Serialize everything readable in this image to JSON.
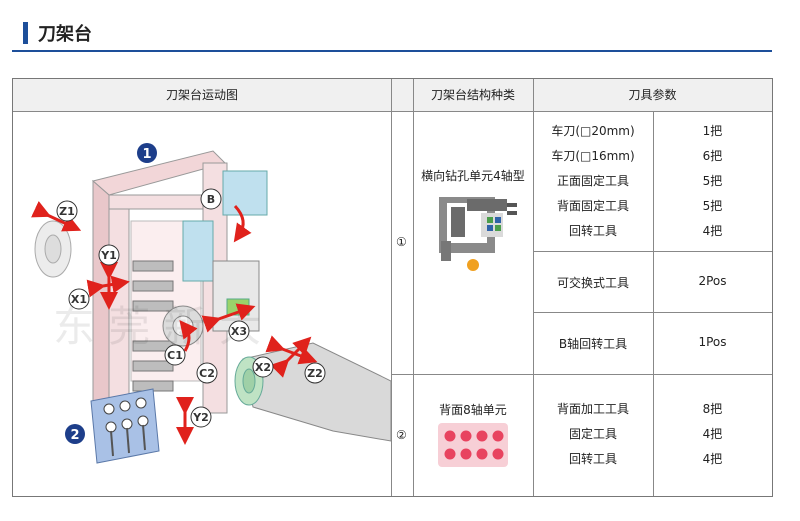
{
  "section_title": "刀架台",
  "headers": {
    "motion": "刀架台运动图",
    "structure": "刀架台结构种类",
    "tool_params": "刀具参数"
  },
  "diagram": {
    "badge1": "1",
    "badge2": "2",
    "axes": [
      "Z1",
      "Y1",
      "X1",
      "B",
      "C1",
      "C2",
      "X3",
      "X2",
      "Z2",
      "Y2"
    ],
    "watermark": "东 莞 新 大"
  },
  "rows": [
    {
      "number": "①",
      "structure": "横向钻孔单元4轴型",
      "groups": [
        {
          "tools": [
            "车刀(□20mm)",
            "车刀(□16mm)",
            "正面固定工具",
            "背面固定工具",
            "回转工具"
          ],
          "qty": [
            "1把",
            "6把",
            "5把",
            "5把",
            "4把"
          ]
        },
        {
          "tools": [
            "可交换式工具"
          ],
          "qty": [
            "2Pos"
          ]
        },
        {
          "tools": [
            "B轴回转工具"
          ],
          "qty": [
            "1Pos"
          ]
        }
      ]
    },
    {
      "number": "②",
      "structure": "背面8轴单元",
      "groups": [
        {
          "tools": [
            "背面加工工具",
            "固定工具",
            "回转工具"
          ],
          "qty": [
            "8把",
            "4把",
            "4把"
          ]
        }
      ]
    }
  ],
  "colors": {
    "accent": "#1d4f9a",
    "header_bg": "#f0f0f0",
    "arrow_red": "#e0221c"
  }
}
